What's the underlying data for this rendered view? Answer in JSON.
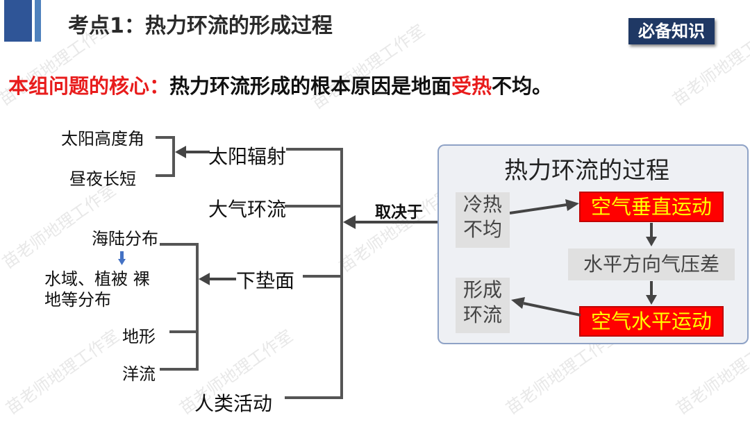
{
  "header": {
    "title": "考点1：热力环流的形成过程",
    "badge": "必备知识"
  },
  "core": {
    "prefix": "本组问题的核心：",
    "text1": "热力环流形成的根本原因是地面",
    "highlight": "受热",
    "text2": "不均。"
  },
  "tree": {
    "left_top": [
      "太阳高度角",
      "昼夜长短"
    ],
    "left_bottom": [
      "海陆分布",
      "水域、植被 裸",
      "地等分布",
      "地形",
      "洋流"
    ],
    "middle": [
      "太阳辐射",
      "大气环流",
      "下垫面",
      "人类活动"
    ],
    "depends_label": "取决于"
  },
  "process": {
    "title": "热力环流的过程",
    "start_line1": "冷热",
    "start_line2": "不均",
    "step1": "空气垂直运动",
    "step2": "水平方向气压差",
    "step3": "空气水平运动",
    "end_line1": "形成",
    "end_line2": "环流"
  },
  "watermark": "苗老师地理工作室",
  "colors": {
    "accent_blue": "#2f5597",
    "badge_bg": "#1f3864",
    "highlight_red": "#e81c1c",
    "box_red": "#ff0000",
    "box_text_yellow": "#ffff00"
  }
}
